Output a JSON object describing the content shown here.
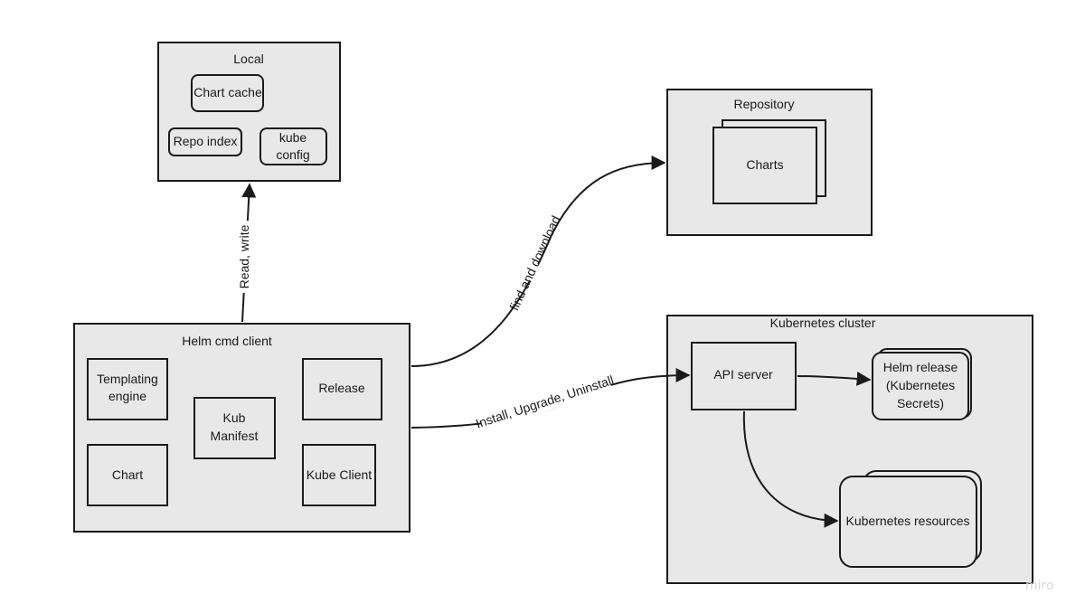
{
  "groups": {
    "local": "Local",
    "repository": "Repository",
    "helm_client": "Helm cmd client",
    "k8s_cluster": "Kubernetes cluster"
  },
  "nodes": {
    "chart_cache": "Chart cache",
    "repo_index": "Repo index",
    "kube_config_1": "kube",
    "kube_config_2": "config",
    "charts": "Charts",
    "templating_1": "Templating",
    "templating_2": "engine",
    "chart": "Chart",
    "kub_manifest_1": "Kub",
    "kub_manifest_2": "Manifest",
    "release": "Release",
    "kube_client": "Kube Client",
    "api_server": "API server",
    "helm_release_1": "Helm release",
    "helm_release_2": "(Kubernetes",
    "helm_release_3": "Secrets)",
    "k8s_resources": "Kubernetes resources"
  },
  "edges": {
    "read_write": "Read, write",
    "find_download": "find and download",
    "install_upgrade": "Install, Upgrade, Uninstall"
  },
  "watermark": "miro"
}
